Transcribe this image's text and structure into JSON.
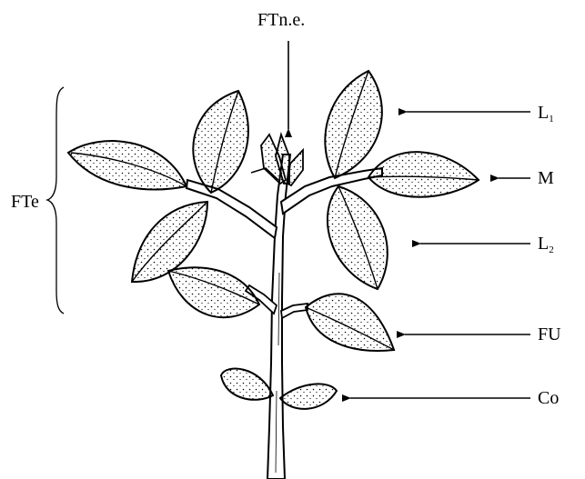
{
  "diagram": {
    "labels": {
      "ftne": "FTn.e.",
      "fte": "FTe",
      "l1_main": "L",
      "l1_sub": "1",
      "m": "M",
      "l2_main": "L",
      "l2_sub": "2",
      "fu": "FU",
      "co": "Co"
    },
    "colors": {
      "ink": "#000000",
      "leaf_fill": "#ffffff"
    }
  }
}
